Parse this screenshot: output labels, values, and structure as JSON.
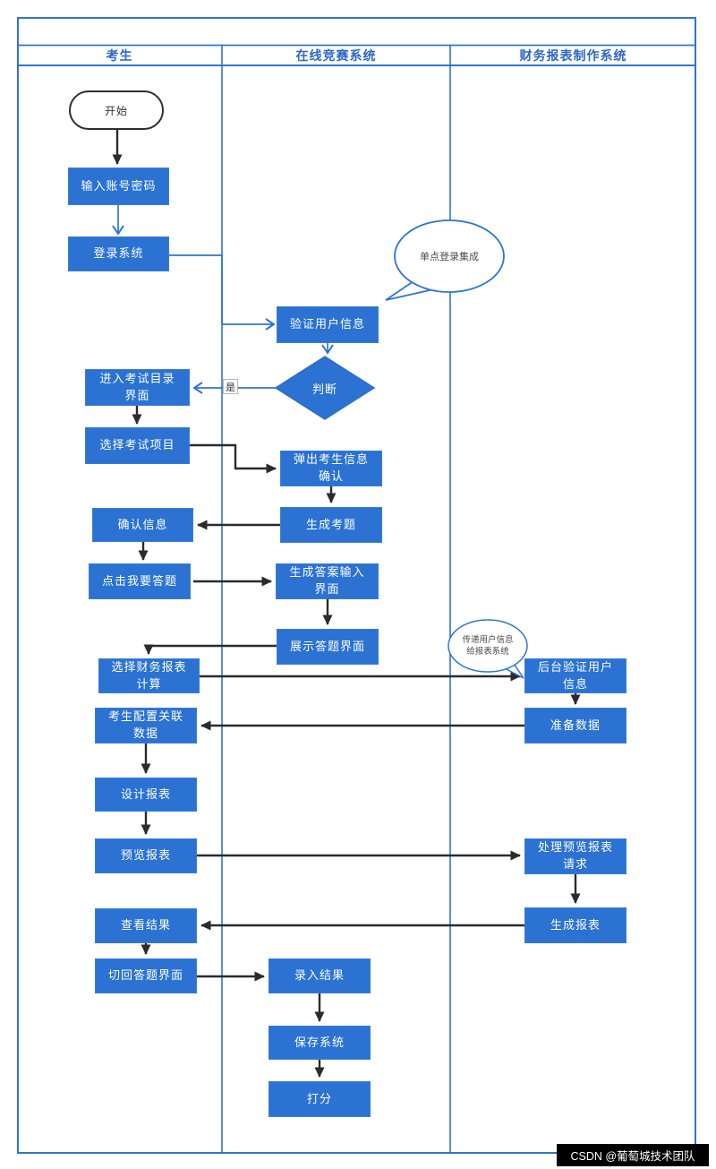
{
  "diagram": {
    "title_row": "",
    "lanes": [
      {
        "label": "考生"
      },
      {
        "label": "在线竞赛系统"
      },
      {
        "label": "财务报表制作系统"
      }
    ]
  },
  "nodes": {
    "start": {
      "label": "开始"
    },
    "input_account": {
      "label": "输入账号密码"
    },
    "login": {
      "label": "登录系统"
    },
    "verify_user": {
      "label": "验证用户信息"
    },
    "judge": {
      "label": "判断"
    },
    "enter_exam_dir": {
      "label": "进入考试目录\n界面"
    },
    "select_exam": {
      "label": "选择考试项目"
    },
    "popup_confirm": {
      "label": "弹出考生信息\n确认"
    },
    "gen_questions": {
      "label": "生成考题"
    },
    "confirm_info": {
      "label": "确认信息"
    },
    "click_answer": {
      "label": "点击我要答题"
    },
    "gen_answer_ui": {
      "label": "生成答案输入\n界面"
    },
    "show_answer_ui": {
      "label": "展示答题界面"
    },
    "select_fin_calc": {
      "label": "选择财务报表\n计算"
    },
    "backend_verify": {
      "label": "后台验证用户\n信息"
    },
    "prepare_data": {
      "label": "准备数据"
    },
    "config_data": {
      "label": "考生配置关联\n数据"
    },
    "design_report": {
      "label": "设计报表"
    },
    "preview_report": {
      "label": "预览报表"
    },
    "handle_preview": {
      "label": "处理预览报表\n请求"
    },
    "gen_report": {
      "label": "生成报表"
    },
    "view_result": {
      "label": "查看结果"
    },
    "switch_back": {
      "label": "切回答题界面"
    },
    "enter_result": {
      "label": "录入结果"
    },
    "save_system": {
      "label": "保存系统"
    },
    "score": {
      "label": "打分"
    }
  },
  "annotations": {
    "sso_bubble": {
      "label": "单点登录集成"
    },
    "pass_info_bubble": {
      "label": "传递用户信息\n给报表系统"
    },
    "yes_label": {
      "label": "是"
    }
  },
  "watermark": {
    "text": "CSDN @葡萄城技术团队"
  },
  "colors": {
    "node_fill": "#2b72d2",
    "line_blue": "#2e75d3",
    "arrow_black": "#2b2b2b"
  }
}
